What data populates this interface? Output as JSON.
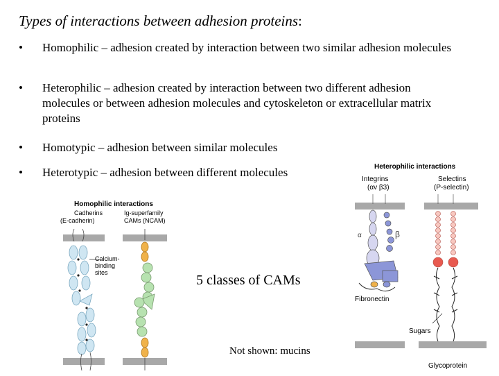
{
  "title": "Types of interactions between adhesion proteins",
  "title_suffix": ":",
  "bullets": [
    {
      "marker": "•",
      "text": "Homophilic – adhesion created by interaction between two similar adhesion molecules"
    },
    {
      "marker": "•",
      "text": "Heterophilic – adhesion created by interaction between two different adhesion molecules or between adhesion molecules and cytoskeleton or extracellular matrix proteins"
    },
    {
      "marker": "•",
      "text": "Homotypic – adhesion between similar molecules"
    },
    {
      "marker": "•",
      "text": "Heterotypic – adhesion between different molecules"
    }
  ],
  "homophilic": {
    "heading": "Homophilic interactions",
    "cadherins_line1": "Cadherins",
    "cadherins_line2": "(E-cadherin)",
    "ig_line1": "Ig-superfamily",
    "ig_line2": "CAMs (NCAM)",
    "calcium_line1": "Calcium-",
    "calcium_line2": "binding",
    "calcium_line3": "sites"
  },
  "heterophilic": {
    "heading": "Heterophilic interactions",
    "integrins_line1": "Integrins",
    "integrins_line2": "(αv β3)",
    "selectins_line1": "Selectins",
    "selectins_line2": "(P-selectin)",
    "alpha": "α",
    "beta": "β",
    "fibronectin": "Fibronectin",
    "sugars": "Sugars",
    "glycoprotein": "Glycoprotein"
  },
  "caption": "5 classes of CAMs",
  "note": "Not shown: mucins",
  "colors": {
    "membrane": "#a8a8a8",
    "cadherin": "#cfe6f2",
    "ncam_orange": "#f0b24a",
    "ncam_green": "#b7e2b0",
    "integrin_alpha": "#d6d6f0",
    "integrin_beta": "#8c96d8",
    "selectin_red": "#e85a50",
    "selectin_pink": "#f8c8c0"
  }
}
